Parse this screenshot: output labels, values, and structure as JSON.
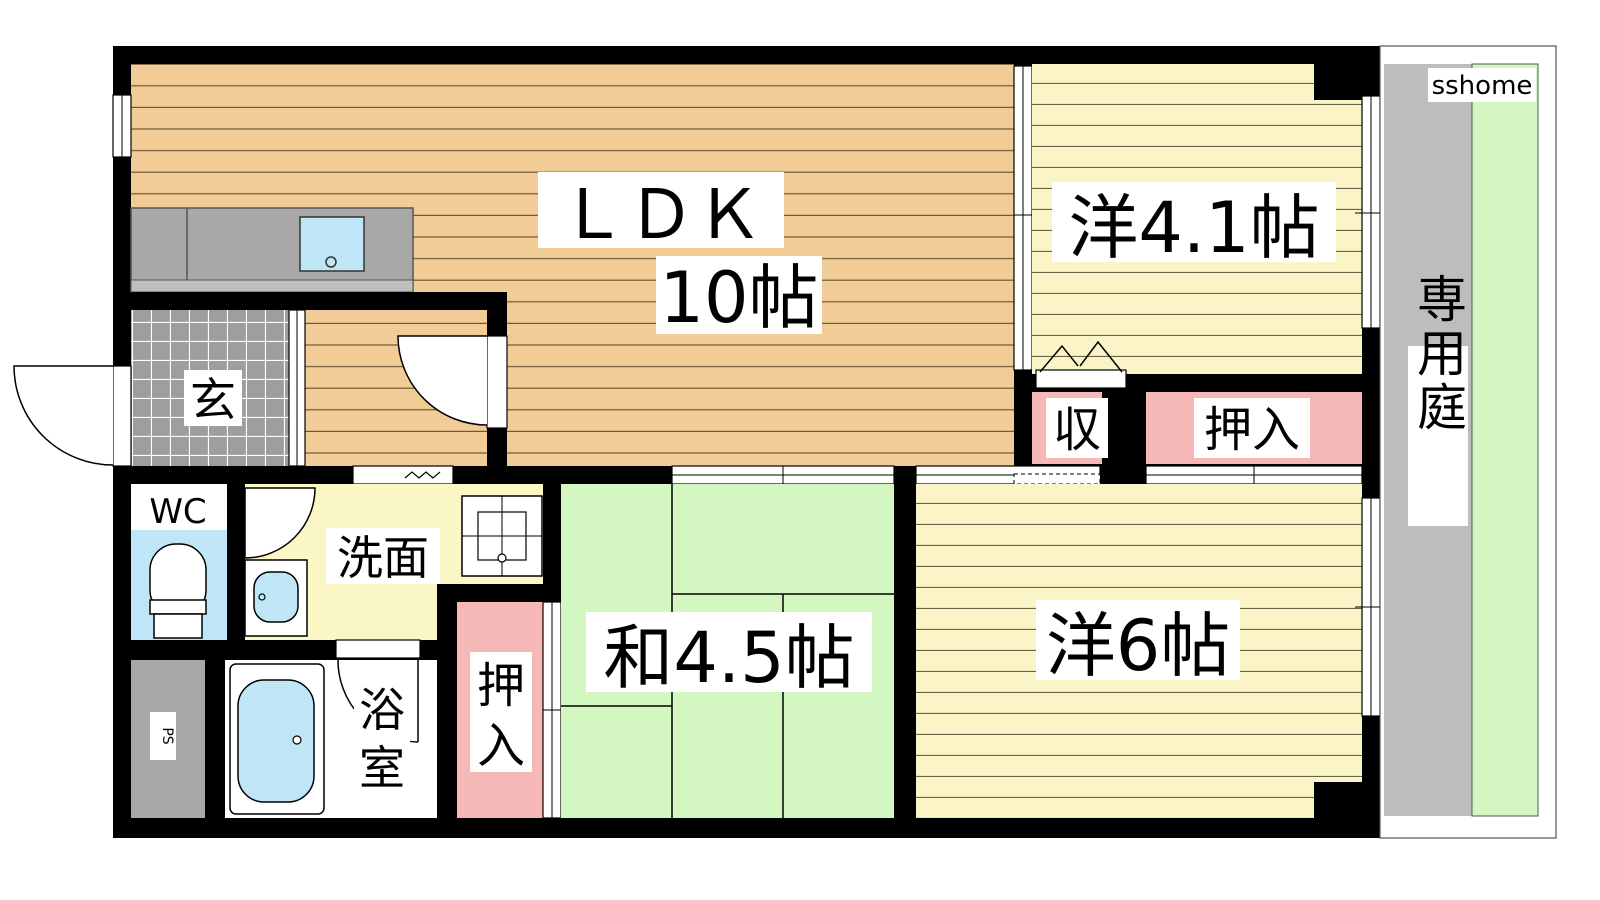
{
  "watermark": "sshome",
  "rooms": {
    "ldk_name": "ＬＤＫ",
    "ldk_size": "10帖",
    "western1": "洋4.1帖",
    "western2": "洋6帖",
    "japanese": "和4.5帖",
    "entrance": "玄",
    "wc": "WC",
    "washroom": "洗面",
    "bath_line1": "浴",
    "bath_line2": "室",
    "storage": "収",
    "closet1": "押入",
    "closet2_line1": "押",
    "closet2_line2": "入",
    "ps": "PS",
    "garden": "専用庭"
  },
  "colors": {
    "wall": "#000000",
    "ldk_floor": "#f2cc96",
    "western_floor": "#fbf4c6",
    "tatami": "#d4f7c2",
    "closet": "#f5b8b6",
    "entrance_tile": "#9e9e9e",
    "kitchen": "#a8a8a8",
    "water": "#bfe6f7",
    "wash_floor": "#fbf6c6",
    "ps_gray": "#a8a8a8",
    "garden_gray": "#bdbdbd",
    "garden_green": "#d4f7c2"
  }
}
